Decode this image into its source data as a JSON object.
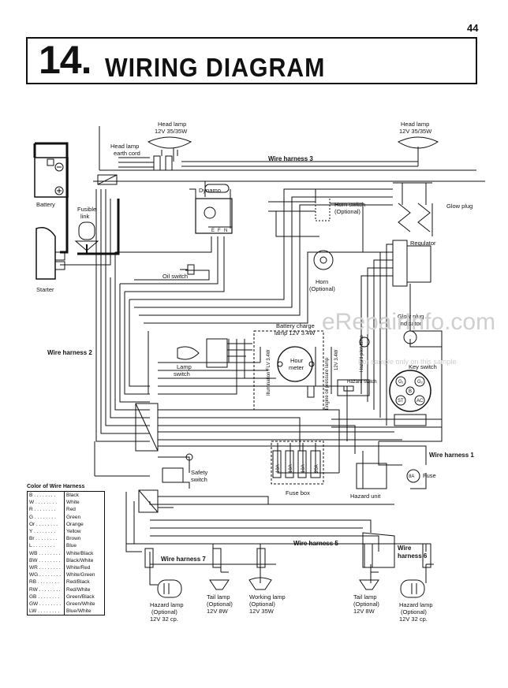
{
  "page_number": "44",
  "title": {
    "number": "14.",
    "text": "WIRING DIAGRAM"
  },
  "labels": {
    "head_lamp_left": "Head lamp",
    "head_lamp_left_spec": "12V 35/35W",
    "head_lamp_right": "Head lamp",
    "head_lamp_right_spec": "12V 35/35W",
    "earth_cord_1": "Head lamp",
    "earth_cord_2": "earth cord",
    "wire_harness_3": "Wire harness 3",
    "battery": "Battery",
    "fusible_1": "Fusible",
    "fusible_2": "link",
    "starter": "Starter",
    "dynamo": "Dynamo",
    "oil_switch": "Oil switch",
    "horn_switch_1": "Horn switch",
    "horn_switch_2": "(Optional)",
    "horn_1": "Horn",
    "horn_2": "(Optional)",
    "glow_plug": "Glow plug",
    "regulator": "Regulator",
    "glow_ind_1": "Glow plug",
    "glow_ind_2": "indicator",
    "battery_charge_1": "Battery charge",
    "battery_charge_2": "lamp 12V 3.4W",
    "wire_harness_2": "Wire harness 2",
    "lamp_switch_1": "Lamp",
    "lamp_switch_2": "switch",
    "illumination": "Illumination FLV 3.4W",
    "hour_meter_1": "Hour",
    "hour_meter_2": "meter",
    "oil_pressure_lamp": "Engine oil pressure lamp",
    "oil_pressure_spec": "12V 3.4W",
    "hazard_pilot": "Hazard pilot lamp",
    "hazard_switch": "Hazard switch",
    "key_switch": "Key switch",
    "safety_1": "Safety",
    "safety_2": "switch",
    "fuse_box": "Fuse box",
    "hazard_unit": "Hazard unit",
    "fuse": "Fuse",
    "wire_harness_1": "Wire harness 1",
    "wire_harness_5": "Wire harness 5",
    "wire_harness_7": "Wire harness 7",
    "wire_harness_6a": "Wire",
    "wire_harness_6b": "harness 6",
    "hazard_lamp_l1": "Hazard lamp",
    "hazard_lamp_l2": "(Optional)",
    "hazard_lamp_l3": "12V 32 cp.",
    "tail_lamp_l1": "Tail lamp",
    "tail_lamp_l2": "(Optional)",
    "tail_lamp_l3": "12V 8W",
    "working_lamp1": "Working lamp",
    "working_lamp2": "(Optional)",
    "working_lamp3": "12V 35W",
    "tail_lamp_r1": "Tail lamp",
    "tail_lamp_r2": "(Optional)",
    "tail_lamp_r3": "12V 8W",
    "hazard_lamp_r1": "Hazard lamp",
    "hazard_lamp_r2": "(Optional)",
    "hazard_lamp_r3": "12V 32 cp."
  },
  "fuses": [
    "10A",
    "10A",
    "10A",
    "20A"
  ],
  "fuse_8a": "8A",
  "key_terminals": [
    "G₁",
    "G₂",
    "B",
    "ST",
    "AC"
  ],
  "dynamo_terminals": [
    "E",
    "F",
    "N"
  ],
  "legend": {
    "title": "Color of Wire Harness",
    "rows": [
      {
        "code": "B",
        "name": "Black"
      },
      {
        "code": "W",
        "name": "White"
      },
      {
        "code": "R",
        "name": "Red"
      },
      {
        "code": "G",
        "name": "Green"
      },
      {
        "code": "Or",
        "name": "Orange"
      },
      {
        "code": "Y",
        "name": "Yellow"
      },
      {
        "code": "Br",
        "name": "Brown"
      },
      {
        "code": "L",
        "name": "Blue"
      },
      {
        "code": "WB",
        "name": "White/Black"
      },
      {
        "code": "BW",
        "name": "Black/White"
      },
      {
        "code": "WR",
        "name": "White/Red"
      },
      {
        "code": "WG",
        "name": "White/Green"
      },
      {
        "code": "RB",
        "name": "Red/Black"
      },
      {
        "code": "RW",
        "name": "Red/White"
      },
      {
        "code": "GB",
        "name": "Green/Black"
      },
      {
        "code": "GW",
        "name": "Green/White"
      },
      {
        "code": "LW",
        "name": "Blue/White"
      }
    ]
  },
  "watermark": {
    "main": "eRepairInfo.com",
    "sub": "For sample only on this sample"
  }
}
